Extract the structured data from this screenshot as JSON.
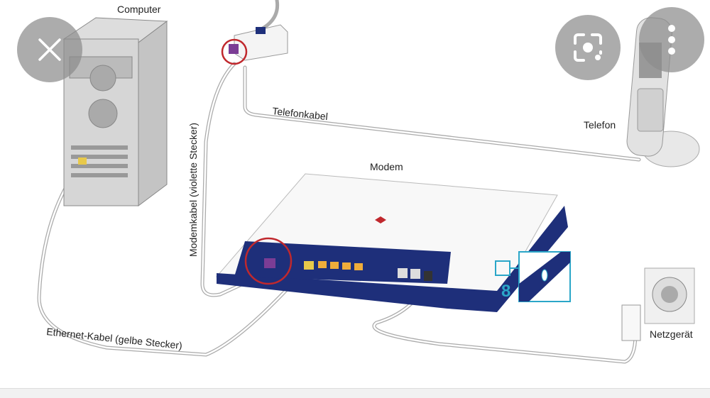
{
  "diagram": {
    "labels": {
      "computer": "Computer",
      "telefonkabel": "Telefonkabel",
      "telefon": "Telefon",
      "modem": "Modem",
      "modemkabel": "Modemkabel (violette Stecker)",
      "ethernet": "Ethernet-Kabel (gelbe Stecker)",
      "netzgeraet": "Netzgerät",
      "callout_number": "8"
    },
    "colors": {
      "modem_blue": "#1e2f7a",
      "callout_cyan": "#2aa6c8",
      "highlight_red": "#c0282d",
      "violet_plug": "#7b3d95",
      "yellow_plug": "#e8c94a"
    }
  },
  "overlay": {
    "close_icon": "close-icon",
    "lens_icon": "google-lens-icon",
    "more_icon": "more-vertical-icon"
  }
}
